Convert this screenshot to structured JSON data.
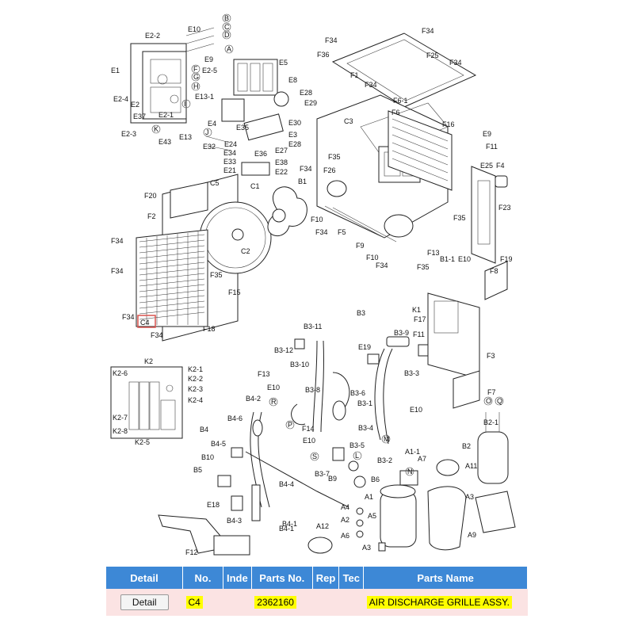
{
  "diagram": {
    "top_group": {
      "E": [
        "E10",
        "E2-2",
        "E1",
        "E2-4",
        "E2",
        "E37",
        "E2-3",
        "E43",
        "E2-1",
        "E13",
        "E13-1",
        "E2-5",
        "E9",
        "E5",
        "E8",
        "E28",
        "E29",
        "E30",
        "E3",
        "E28",
        "E27",
        "E36",
        "E38",
        "E22",
        "E33",
        "E21",
        "E34",
        "E35",
        "E24",
        "E4",
        "E32"
      ],
      "circled": [
        "B",
        "C",
        "D",
        "A",
        "F",
        "G",
        "H",
        "I",
        "J",
        "K"
      ],
      "F": [
        "F34",
        "F34",
        "F25",
        "F34",
        "F1",
        "F36",
        "F34",
        "F6-1",
        "F6",
        "C3",
        "F16",
        "E9",
        "F11",
        "F4",
        "F23",
        "E25",
        "F26",
        "B1",
        "F34",
        "F35",
        "F10",
        "F34",
        "F5",
        "F9",
        "F10",
        "F34",
        "F35",
        "B1-1",
        "F13",
        "E10",
        "F35",
        "F19",
        "F8"
      ],
      "fan": [
        "F20",
        "C5",
        "C1",
        "F2",
        "C2",
        "F34",
        "F34",
        "F35",
        "F15",
        "F34",
        "F34",
        "F18"
      ],
      "highlight": "C4"
    },
    "middle_group": {
      "B3": [
        "B3",
        "B3-11",
        "B3-12",
        "B3-10",
        "B3-9",
        "E19",
        "B3-3",
        "B3-8",
        "B3-6",
        "B3-1",
        "E10",
        "B3-4",
        "B3-5",
        "B3-2",
        "B3-7",
        "B9",
        "B6",
        "E10",
        "F14",
        "F13",
        "E10"
      ],
      "K": [
        "K1",
        "F17",
        "F11",
        "F3",
        "F7"
      ],
      "circled": [
        "O",
        "Q",
        "P",
        "R",
        "S",
        "M",
        "N",
        "L"
      ]
    },
    "k2_box": {
      "title": "K2",
      "labels": [
        "K2-6",
        "K2-1",
        "K2-2",
        "K2-3",
        "K2-4",
        "K2-7",
        "K2-8",
        "K2-5"
      ]
    },
    "bottom_group": {
      "B4": [
        "B4",
        "B4-2",
        "B4-6",
        "B4-5",
        "B10",
        "B5",
        "B4-4",
        "E18",
        "B4-1",
        "B4-3",
        "B4-1",
        "F12",
        "A12"
      ],
      "A": [
        "A1-1",
        "A7",
        "A1",
        "A4",
        "A2",
        "A5",
        "A6",
        "A3",
        "B2-1",
        "B2",
        "A11",
        "A3",
        "A9"
      ]
    }
  },
  "table": {
    "headers": [
      "Detail",
      "No.",
      "Inde",
      "Parts No.",
      "Rep",
      "Tec",
      "Parts Name"
    ],
    "row": {
      "detail_button": "Detail",
      "no": "C4",
      "index": "",
      "parts_no": "2362160",
      "rep": "",
      "tec": "",
      "parts_name": "AIR DISCHARGE GRILLE ASSY."
    },
    "colors": {
      "header_bg": "#3d88d6",
      "row_bg": "#fbe3e3",
      "highlight": "#ffff00"
    }
  }
}
